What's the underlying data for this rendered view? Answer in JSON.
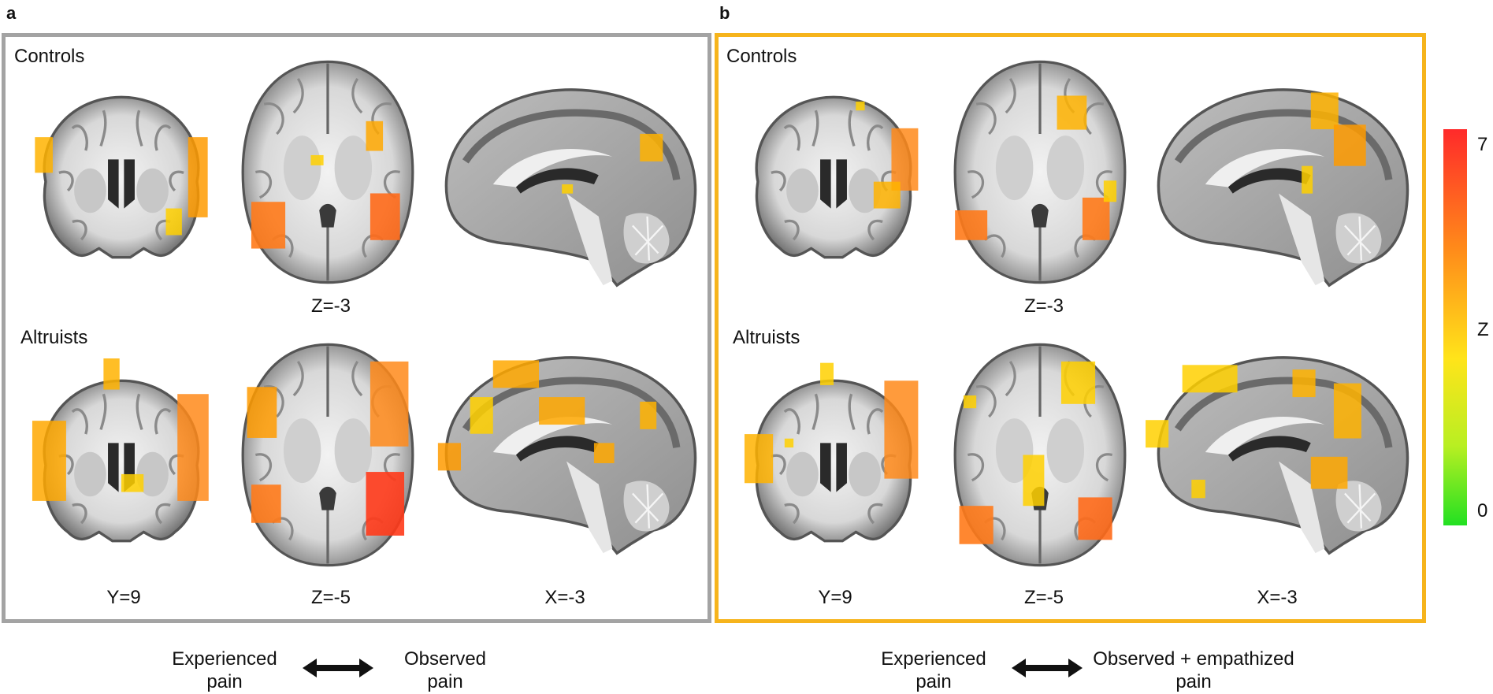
{
  "panels": [
    {
      "letter": "a",
      "frame_color": "#a3a3a3",
      "rows": [
        {
          "group": "Controls",
          "coordinates": [
            "",
            "Z=-3",
            ""
          ]
        },
        {
          "group": "Altruists",
          "coordinates": [
            "Y=9",
            "Z=-5",
            "X=-3"
          ]
        }
      ],
      "caption_left": "Experienced pain",
      "caption_right": "Observed pain"
    },
    {
      "letter": "b",
      "frame_color": "#f6b41c",
      "rows": [
        {
          "group": "Controls",
          "coordinates": [
            "",
            "Z=-3",
            ""
          ]
        },
        {
          "group": "Altruists",
          "coordinates": [
            "Y=9",
            "Z=-5",
            "X=-3"
          ]
        }
      ],
      "caption_left": "Experienced pain",
      "caption_right": "Observed + empathized pain"
    }
  ],
  "colorbar": {
    "max_label": "7",
    "mid_label": "Z",
    "min_label": "0",
    "colors": [
      "#ff2a2a",
      "#ff8a1a",
      "#ffe41a",
      "#b8ef22",
      "#22e022"
    ]
  },
  "brain_views": [
    "coronal",
    "axial",
    "sagittal"
  ]
}
